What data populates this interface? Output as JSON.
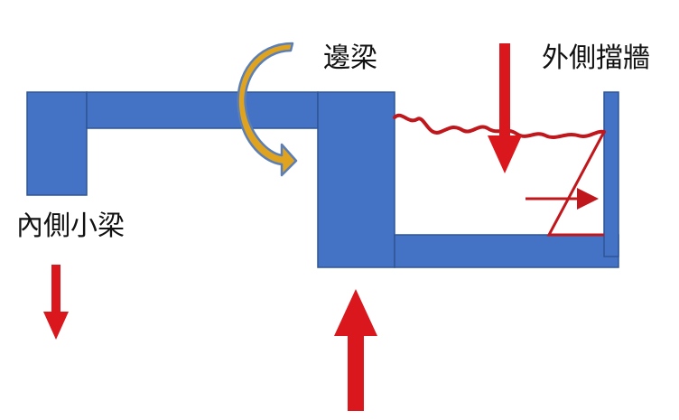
{
  "labels": {
    "edge_beam": "邊梁",
    "outer_parapet": "外側擋牆",
    "inner_small_beam": "內側小梁"
  },
  "colors": {
    "structure_fill": "#4472c4",
    "structure_stroke": "#2f5597",
    "force_arrow": "#d9171c",
    "soil_pressure": "#c0171d",
    "torsion_arrow_fill": "#e0a320",
    "torsion_arrow_stroke": "#5b7fb5"
  },
  "icons": {
    "torsion": "curved-arrow-icon",
    "load": "arrow-down-icon",
    "reaction": "arrow-up-icon"
  }
}
